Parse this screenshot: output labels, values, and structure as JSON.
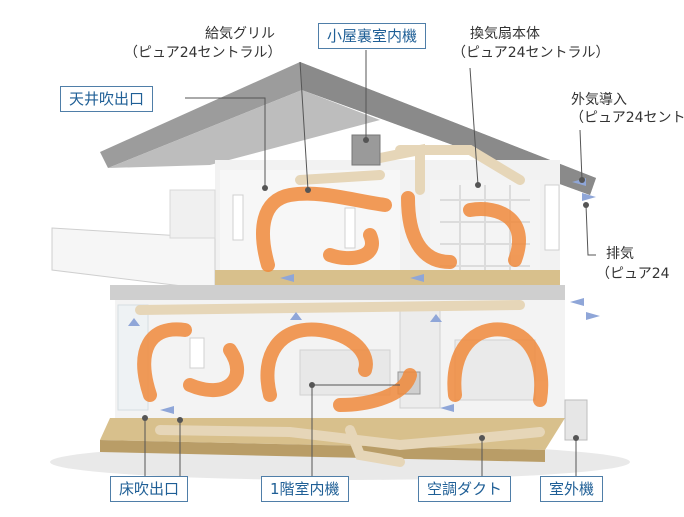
{
  "labels": {
    "supply_grille": "給気グリル",
    "supply_grille_sub": "（ピュア24セントラル）",
    "attic_unit": "小屋裏室内機",
    "exhaust_fan": "換気扇本体",
    "exhaust_fan_sub": "（ピュア24セントラル）",
    "ceiling_outlet": "天井吹出口",
    "outdoor_intake": "外気導入",
    "outdoor_intake_sub": "（ピュア24セント",
    "exhaust": "排気",
    "exhaust_sub": "（ピュア24",
    "floor_outlet": "床吹出口",
    "first_floor_unit": "1階室内機",
    "ac_duct": "空調ダクト",
    "outdoor_unit": "室外機"
  },
  "colors": {
    "label_border": "#4f7ea8",
    "label_text": "#1f5f96",
    "airflow": "#f08a3c",
    "roof": "#9a9a9a",
    "duct": "#e6d6b8",
    "floor": "#d8c08c",
    "wall": "#eeeeee",
    "air_arrow": "#8fa6d8"
  }
}
